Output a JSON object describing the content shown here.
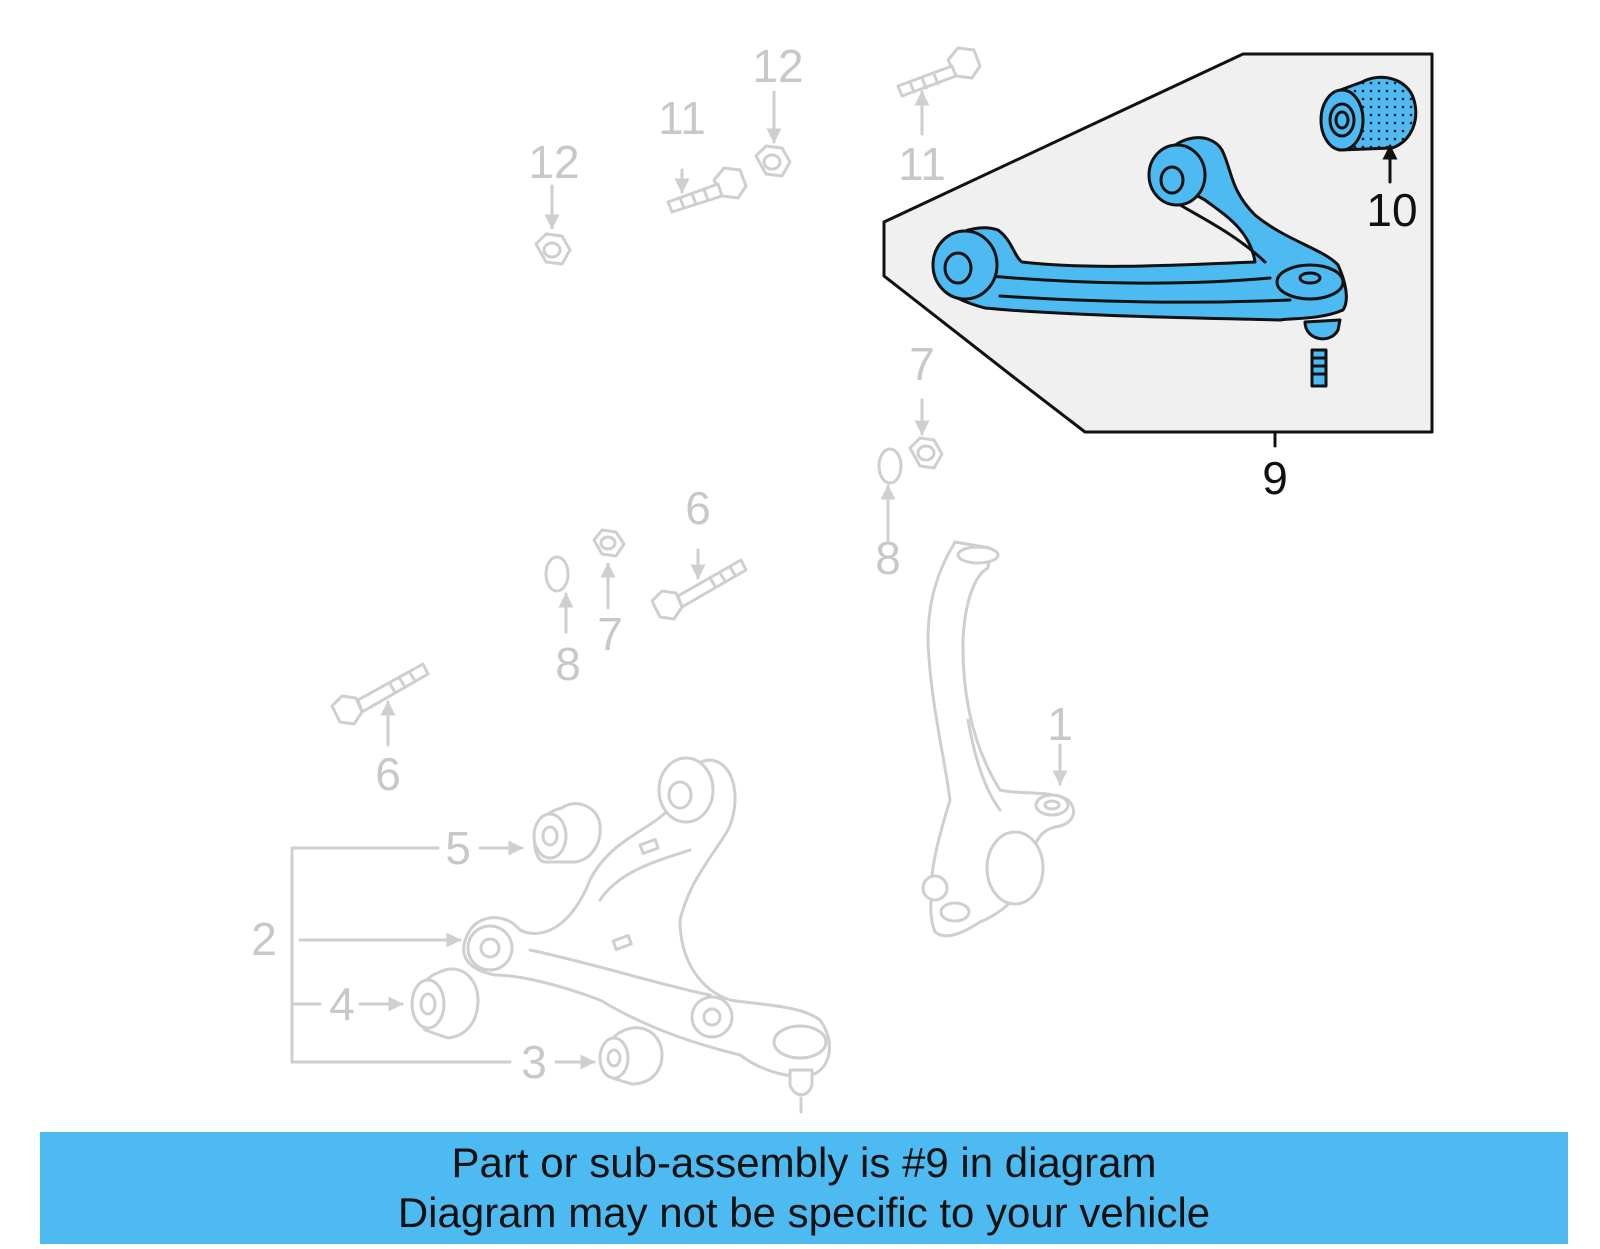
{
  "colors": {
    "highlight": "#4dbbf2",
    "faded": "#cfcfcf",
    "ink": "#111111",
    "banner_bg": "#4dbbf2"
  },
  "callouts": [
    {
      "id": "1",
      "state": "faded"
    },
    {
      "id": "2",
      "state": "faded"
    },
    {
      "id": "3",
      "state": "faded"
    },
    {
      "id": "4",
      "state": "faded"
    },
    {
      "id": "5",
      "state": "faded"
    },
    {
      "id": "6",
      "state": "faded"
    },
    {
      "id": "6",
      "state": "faded"
    },
    {
      "id": "7",
      "state": "faded"
    },
    {
      "id": "7",
      "state": "faded"
    },
    {
      "id": "8",
      "state": "faded"
    },
    {
      "id": "8",
      "state": "faded"
    },
    {
      "id": "9",
      "state": "highlighted"
    },
    {
      "id": "10",
      "state": "highlighted"
    },
    {
      "id": "11",
      "state": "faded"
    },
    {
      "id": "11",
      "state": "faded"
    },
    {
      "id": "12",
      "state": "faded"
    },
    {
      "id": "12",
      "state": "faded"
    }
  ],
  "banner": {
    "line1": "Part or sub-assembly is #9 in diagram",
    "line2": "Diagram may not be specific to your vehicle"
  }
}
